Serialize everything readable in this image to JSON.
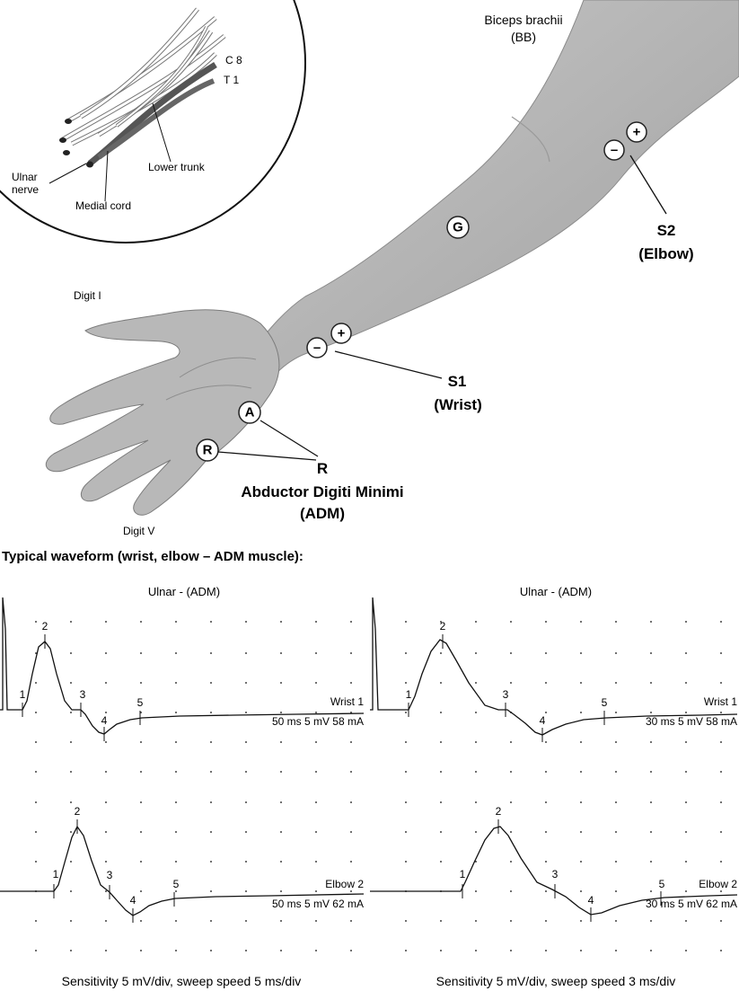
{
  "inset": {
    "labels": {
      "c8": "C 8",
      "t1": "T 1",
      "ulnar_nerve_1": "Ulnar",
      "ulnar_nerve_2": "nerve",
      "medial_cord": "Medial cord",
      "lower_trunk": "Lower trunk"
    }
  },
  "arm": {
    "biceps_1": "Biceps brachii",
    "biceps_2": "(BB)",
    "digit_i": "Digit I",
    "digit_v": "Digit V",
    "ground": "G",
    "active": "A",
    "reference": "R",
    "plus": "+",
    "minus": "–",
    "s1_1": "S1",
    "s1_2": "(Wrist)",
    "s2_1": "S2",
    "s2_2": "(Elbow)",
    "r_label": "R",
    "adm_1": "Abductor Digiti Minimi",
    "adm_2": "(ADM)"
  },
  "waveform_title": "Typical waveform (wrist, elbow – ADM muscle):",
  "panels": [
    {
      "title": "Ulnar - (ADM)",
      "wrist": {
        "label": "Wrist 1",
        "settings": "50 ms 5 mV 58 mA"
      },
      "elbow": {
        "label": "Elbow 2",
        "settings": "50 ms 5 mV 62 mA"
      },
      "caption": "Sensitivity 5 mV/div, sweep speed 5 ms/div"
    },
    {
      "title": "Ulnar - (ADM)",
      "wrist": {
        "label": "Wrist 1",
        "settings": "30 ms 5 mV 58 mA"
      },
      "elbow": {
        "label": "Elbow 2",
        "settings": "30 ms 5 mV 62 mA"
      },
      "caption": "Sensitivity 5 mV/div, sweep speed 3 ms/div"
    }
  ],
  "markers": [
    "1",
    "2",
    "3",
    "4",
    "5"
  ]
}
